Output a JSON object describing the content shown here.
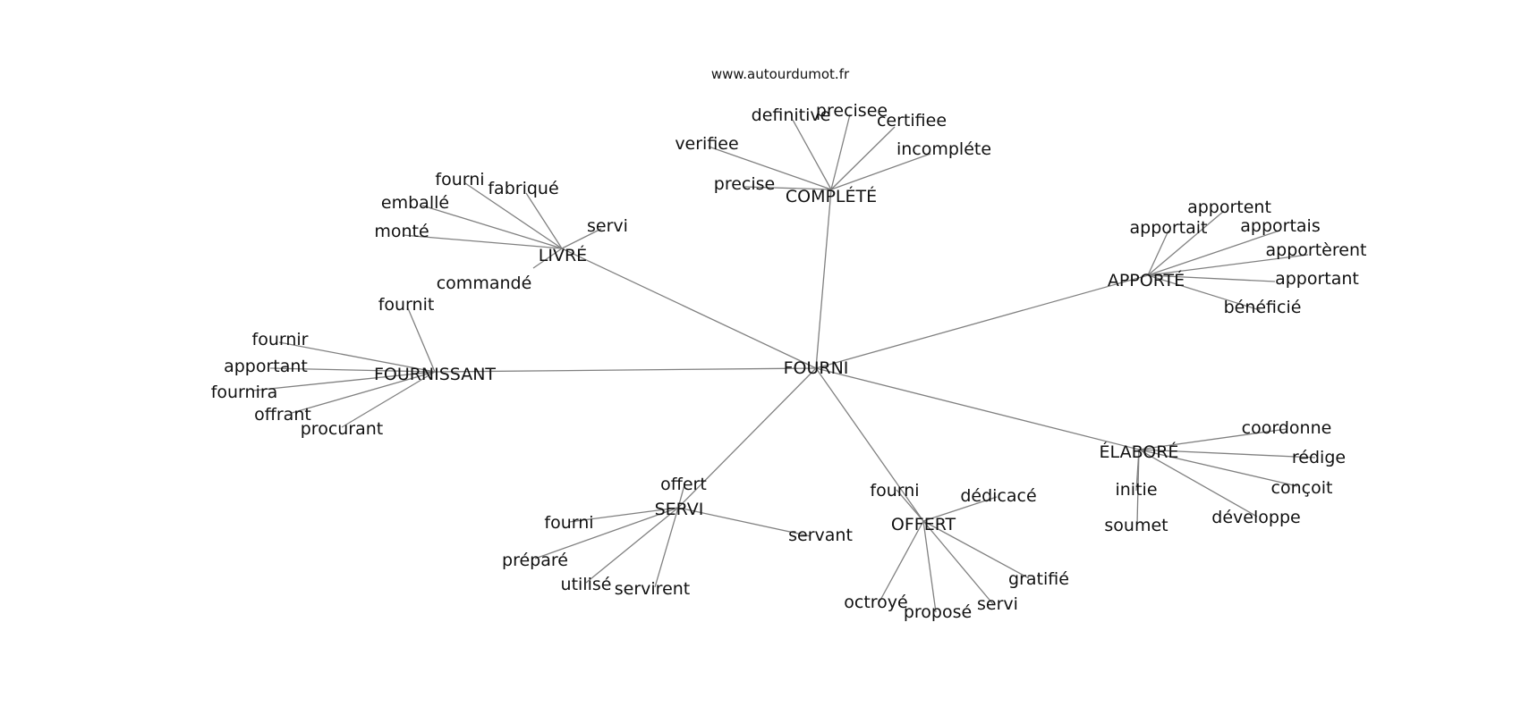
{
  "source_text": "www.autourdumot.fr",
  "center": {
    "label": "FOURNI"
  },
  "hubs": [
    {
      "id": "complete",
      "label": "COMPLÉTÉ",
      "leaves": [
        "verifiee",
        "definitive",
        "precisee",
        "certifiee",
        "incompléte",
        "precise"
      ]
    },
    {
      "id": "livre",
      "label": "LIVRÉ",
      "leaves": [
        "fourni",
        "fabriqué",
        "emballé",
        "monté",
        "servi",
        "commandé"
      ]
    },
    {
      "id": "apporte",
      "label": "APPORTÉ",
      "leaves": [
        "apportent",
        "apportait",
        "apportais",
        "apportèrent",
        "apportant",
        "bénéficié"
      ]
    },
    {
      "id": "fournissant",
      "label": "FOURNISSANT",
      "leaves": [
        "fournit",
        "fournir",
        "apportant",
        "fournira",
        "offrant",
        "procurant"
      ]
    },
    {
      "id": "elabore",
      "label": "ÉLABORÉ",
      "leaves": [
        "coordonne",
        "rédige",
        "initie",
        "conçoit",
        "développe",
        "soumet"
      ]
    },
    {
      "id": "servi",
      "label": "SERVI",
      "leaves": [
        "offert",
        "fourni",
        "servant",
        "préparé",
        "utilisé",
        "servirent"
      ]
    },
    {
      "id": "offert",
      "label": "OFFERT",
      "leaves": [
        "fourni",
        "dédicacé",
        "gratifié",
        "octroyé",
        "proposé",
        "servi"
      ]
    }
  ]
}
